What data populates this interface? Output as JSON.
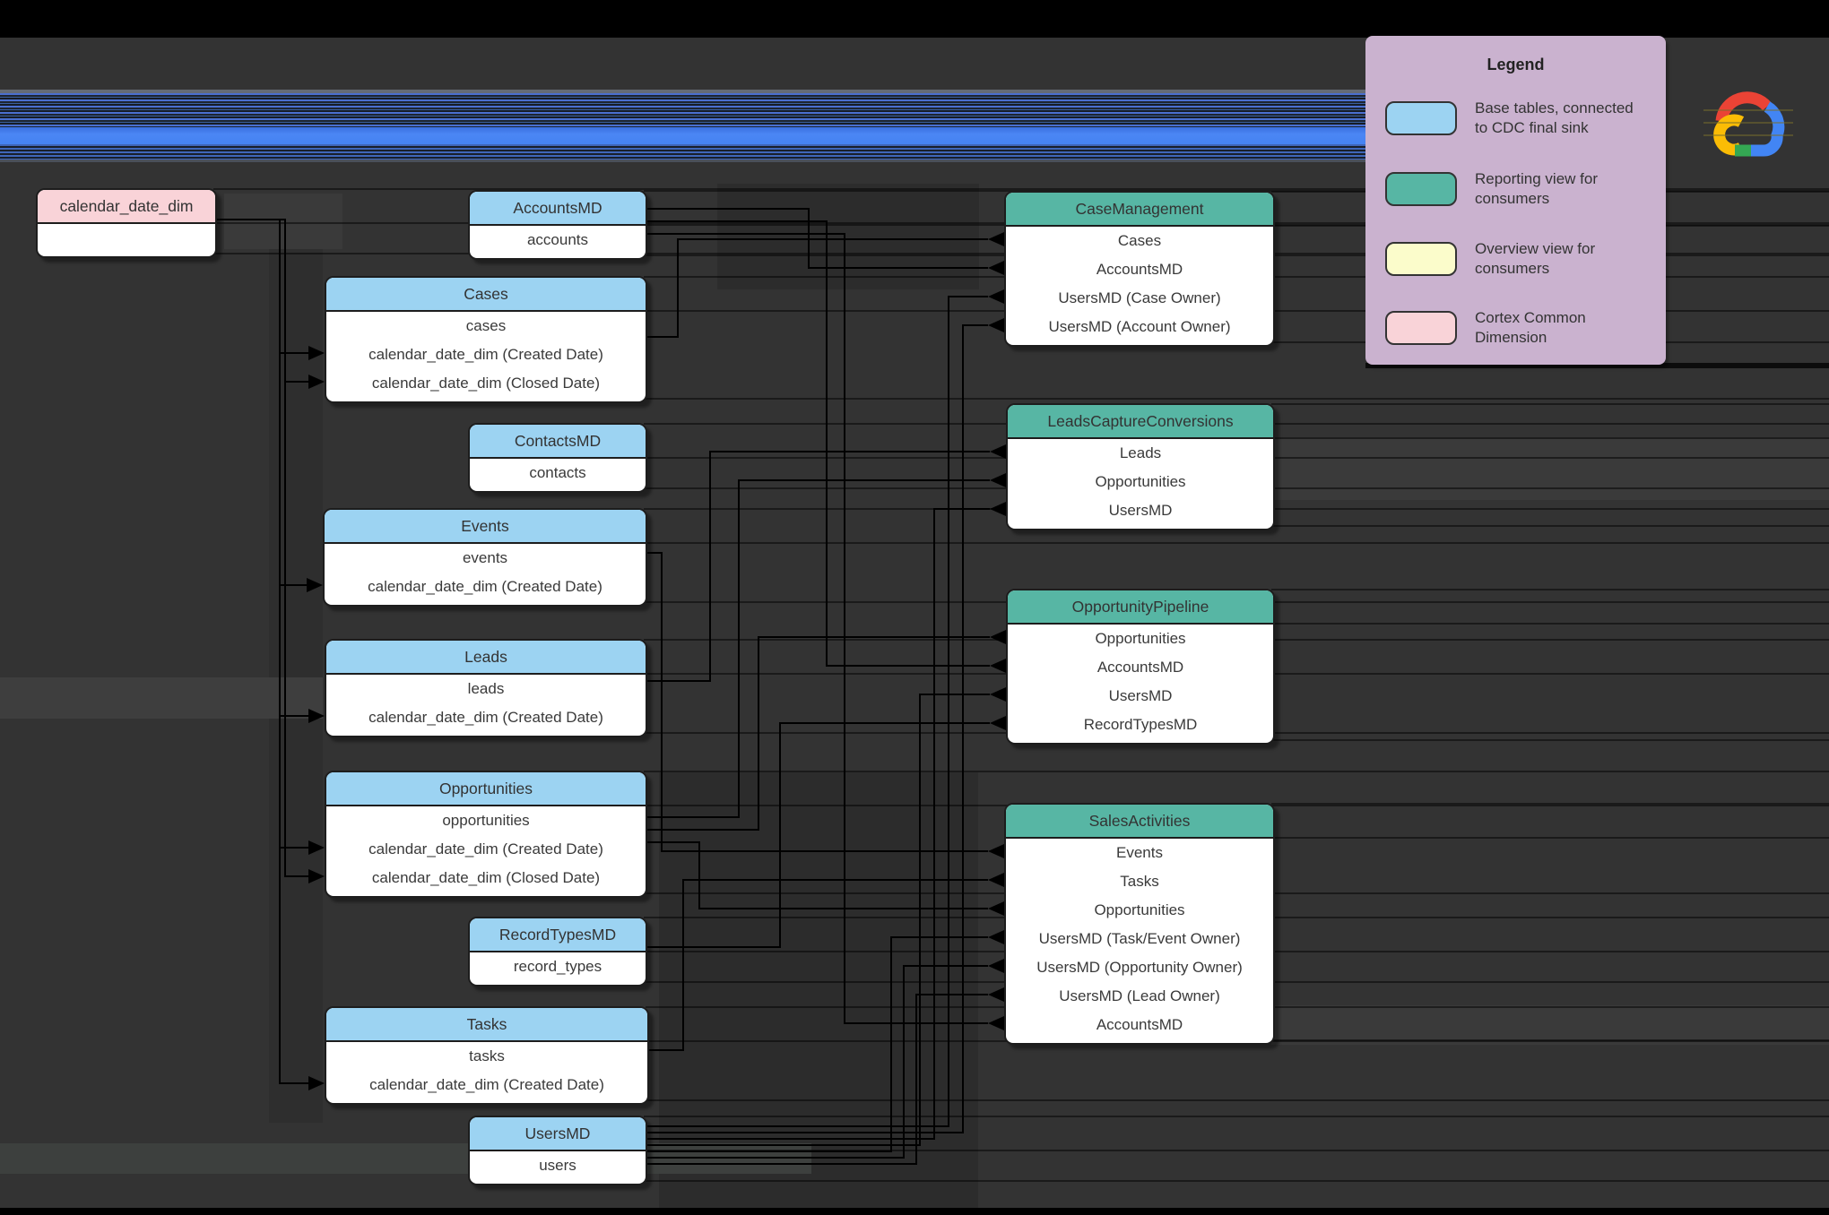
{
  "legend": {
    "title": "Legend",
    "items": [
      {
        "kind": "base_table",
        "label": "Base tables, connected to CDC final sink"
      },
      {
        "kind": "reporting_view",
        "label": "Reporting view for consumers"
      },
      {
        "kind": "overview_view",
        "label": "Overview view for consumers"
      },
      {
        "kind": "common_dimension",
        "label": "Cortex Common Dimension"
      }
    ]
  },
  "colors": {
    "base_table": "#9cd3f2",
    "reporting_view": "#57b6a4",
    "overview_view": "#fbfccb",
    "common_dimension": "#f9d3d8",
    "legend_bg": "#cab2cf",
    "canvas": "#333333",
    "stripe_blue": "#4480f0",
    "logo_red": "#EA4335",
    "logo_yellow": "#FBBC05",
    "logo_green": "#34A853",
    "logo_blue": "#4285F4"
  },
  "tables": [
    {
      "id": "calendar_date_dim",
      "title": "calendar_date_dim",
      "kind": "common_dimension",
      "rows": []
    },
    {
      "id": "AccountsMD",
      "title": "AccountsMD",
      "kind": "base_table",
      "rows": [
        "accounts"
      ]
    },
    {
      "id": "Cases",
      "title": "Cases",
      "kind": "base_table",
      "rows": [
        "cases",
        "calendar_date_dim (Created Date)",
        "calendar_date_dim (Closed Date)"
      ]
    },
    {
      "id": "ContactsMD",
      "title": "ContactsMD",
      "kind": "base_table",
      "rows": [
        "contacts"
      ]
    },
    {
      "id": "Events",
      "title": "Events",
      "kind": "base_table",
      "rows": [
        "events",
        "calendar_date_dim (Created Date)"
      ]
    },
    {
      "id": "Leads",
      "title": "Leads",
      "kind": "base_table",
      "rows": [
        "leads",
        "calendar_date_dim (Created Date)"
      ]
    },
    {
      "id": "Opportunities",
      "title": "Opportunities",
      "kind": "base_table",
      "rows": [
        "opportunities",
        "calendar_date_dim (Created Date)",
        "calendar_date_dim (Closed Date)"
      ]
    },
    {
      "id": "RecordTypesMD",
      "title": "RecordTypesMD",
      "kind": "base_table",
      "rows": [
        "record_types"
      ]
    },
    {
      "id": "Tasks",
      "title": "Tasks",
      "kind": "base_table",
      "rows": [
        "tasks",
        "calendar_date_dim (Created Date)"
      ]
    },
    {
      "id": "UsersMD",
      "title": "UsersMD",
      "kind": "base_table",
      "rows": [
        "users"
      ]
    },
    {
      "id": "CaseManagement",
      "title": "CaseManagement",
      "kind": "reporting_view",
      "rows": [
        "Cases",
        "AccountsMD",
        "UsersMD (Case Owner)",
        "UsersMD (Account Owner)"
      ]
    },
    {
      "id": "LeadsCaptureConversions",
      "title": "LeadsCaptureConversions",
      "kind": "reporting_view",
      "rows": [
        "Leads",
        "Opportunities",
        "UsersMD"
      ]
    },
    {
      "id": "OpportunityPipeline",
      "title": "OpportunityPipeline",
      "kind": "reporting_view",
      "rows": [
        "Opportunities",
        "AccountsMD",
        "UsersMD",
        "RecordTypesMD"
      ]
    },
    {
      "id": "SalesActivities",
      "title": "SalesActivities",
      "kind": "reporting_view",
      "rows": [
        "Events",
        "Tasks",
        "Opportunities",
        "UsersMD (Task/Event Owner)",
        "UsersMD (Opportunity Owner)",
        "UsersMD (Lead Owner)",
        "AccountsMD"
      ]
    }
  ],
  "edges": [
    {
      "from": "calendar_date_dim",
      "to": "Cases",
      "row": 1
    },
    {
      "from": "calendar_date_dim",
      "to": "Cases",
      "row": 2
    },
    {
      "from": "calendar_date_dim",
      "to": "Events",
      "row": 1
    },
    {
      "from": "calendar_date_dim",
      "to": "Leads",
      "row": 1
    },
    {
      "from": "calendar_date_dim",
      "to": "Opportunities",
      "row": 1
    },
    {
      "from": "calendar_date_dim",
      "to": "Opportunities",
      "row": 2
    },
    {
      "from": "calendar_date_dim",
      "to": "Tasks",
      "row": 1
    },
    {
      "from": "Cases",
      "to": "CaseManagement",
      "row": 0
    },
    {
      "from": "AccountsMD",
      "to": "CaseManagement",
      "row": 1
    },
    {
      "from": "UsersMD",
      "to": "CaseManagement",
      "row": 2
    },
    {
      "from": "UsersMD",
      "to": "CaseManagement",
      "row": 3
    },
    {
      "from": "Leads",
      "to": "LeadsCaptureConversions",
      "row": 0
    },
    {
      "from": "Opportunities",
      "to": "LeadsCaptureConversions",
      "row": 1
    },
    {
      "from": "UsersMD",
      "to": "LeadsCaptureConversions",
      "row": 2
    },
    {
      "from": "Opportunities",
      "to": "OpportunityPipeline",
      "row": 0
    },
    {
      "from": "AccountsMD",
      "to": "OpportunityPipeline",
      "row": 1
    },
    {
      "from": "UsersMD",
      "to": "OpportunityPipeline",
      "row": 2
    },
    {
      "from": "RecordTypesMD",
      "to": "OpportunityPipeline",
      "row": 3
    },
    {
      "from": "Events",
      "to": "SalesActivities",
      "row": 0
    },
    {
      "from": "Tasks",
      "to": "SalesActivities",
      "row": 1
    },
    {
      "from": "Opportunities",
      "to": "SalesActivities",
      "row": 2
    },
    {
      "from": "UsersMD",
      "to": "SalesActivities",
      "row": 3
    },
    {
      "from": "UsersMD",
      "to": "SalesActivities",
      "row": 4
    },
    {
      "from": "UsersMD",
      "to": "SalesActivities",
      "row": 5
    },
    {
      "from": "AccountsMD",
      "to": "SalesActivities",
      "row": 6
    }
  ]
}
